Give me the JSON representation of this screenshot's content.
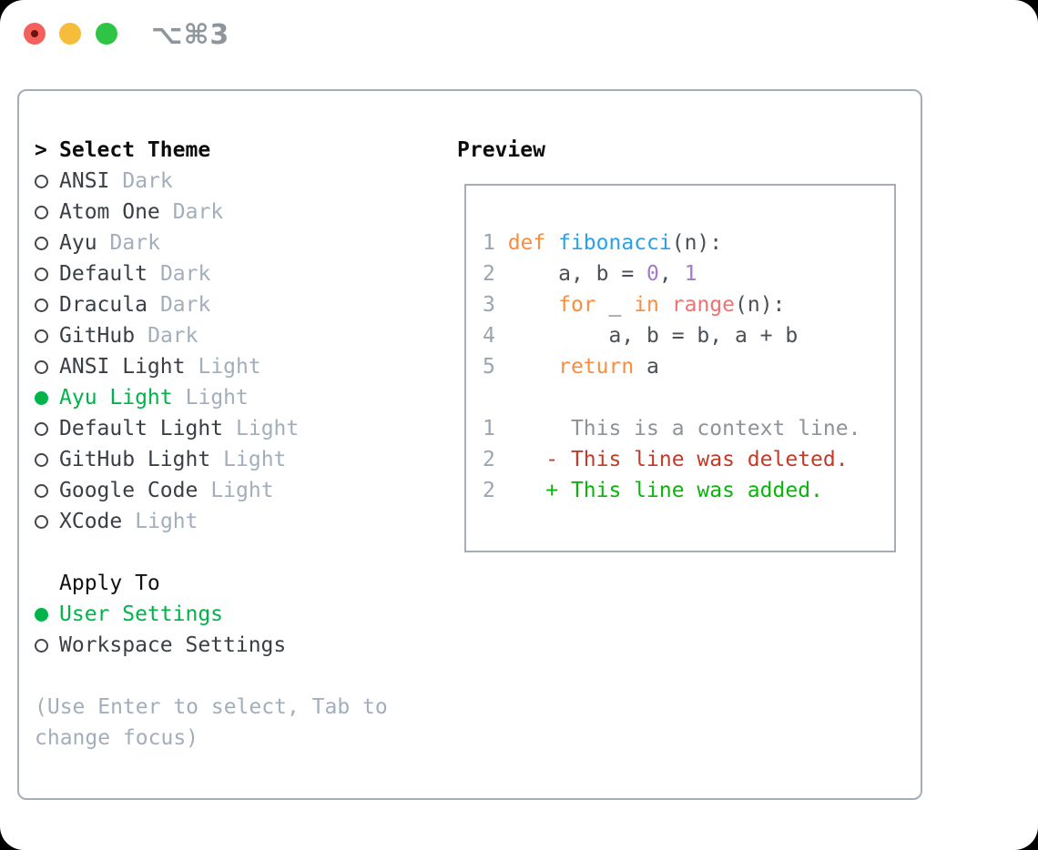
{
  "titlebar": {
    "shortcut_label": "⌥⌘3"
  },
  "theme_selector": {
    "header_prefix": ">",
    "header": "Select Theme",
    "themes": [
      {
        "name": "ANSI",
        "variant": "Dark",
        "selected": false
      },
      {
        "name": "Atom One",
        "variant": "Dark",
        "selected": false
      },
      {
        "name": "Ayu",
        "variant": "Dark",
        "selected": false
      },
      {
        "name": "Default",
        "variant": "Dark",
        "selected": false
      },
      {
        "name": "Dracula",
        "variant": "Dark",
        "selected": false
      },
      {
        "name": "GitHub",
        "variant": "Dark",
        "selected": false
      },
      {
        "name": "ANSI Light",
        "variant": "Light",
        "selected": false
      },
      {
        "name": "Ayu Light",
        "variant": "Light",
        "selected": true
      },
      {
        "name": "Default Light",
        "variant": "Light",
        "selected": false
      },
      {
        "name": "GitHub Light",
        "variant": "Light",
        "selected": false
      },
      {
        "name": "Google Code",
        "variant": "Light",
        "selected": false
      },
      {
        "name": "XCode",
        "variant": "Light",
        "selected": false
      }
    ],
    "apply_to": {
      "header": "Apply To",
      "options": [
        {
          "label": "User Settings",
          "selected": true
        },
        {
          "label": "Workspace Settings",
          "selected": false
        }
      ]
    },
    "hint": "(Use Enter to select, Tab to change focus)"
  },
  "preview": {
    "header": "Preview",
    "code_lines": [
      {
        "num": "1",
        "tokens": [
          [
            "kw",
            "def"
          ],
          [
            "pl",
            " "
          ],
          [
            "fn",
            "fibonacci"
          ],
          [
            "pl",
            "(n):"
          ]
        ]
      },
      {
        "num": "2",
        "tokens": [
          [
            "pl",
            "    a, b = "
          ],
          [
            "lit",
            "0"
          ],
          [
            "pl",
            ", "
          ],
          [
            "lit",
            "1"
          ]
        ]
      },
      {
        "num": "3",
        "tokens": [
          [
            "pl",
            "    "
          ],
          [
            "kw",
            "for"
          ],
          [
            "pl",
            " _ "
          ],
          [
            "kw",
            "in"
          ],
          [
            "pl",
            " "
          ],
          [
            "call",
            "range"
          ],
          [
            "pl",
            "(n):"
          ]
        ]
      },
      {
        "num": "4",
        "tokens": [
          [
            "pl",
            "        a, b = b, a + b"
          ]
        ]
      },
      {
        "num": "5",
        "tokens": [
          [
            "pl",
            "    "
          ],
          [
            "kw",
            "return"
          ],
          [
            "pl",
            " a"
          ]
        ]
      }
    ],
    "diff_lines": [
      {
        "num": "1",
        "marker": "",
        "text": "This is a context line.",
        "type": "context"
      },
      {
        "num": "2",
        "marker": "-",
        "text": "This line was deleted.",
        "type": "deleted"
      },
      {
        "num": "2",
        "marker": "+",
        "text": "This line was added.",
        "type": "added"
      }
    ]
  },
  "colors": {
    "accent-green": "#00b44a",
    "added-green": "#0bb40b",
    "deleted-red": "#c43a28",
    "context-gray": "#8e9299",
    "keyword-orange": "#fa8d3e",
    "function-blue": "#2b9fe8",
    "call-coral": "#f07171",
    "literal-purple": "#a37acc",
    "code-plain": "#4a5056",
    "line-number": "#9aa5b1",
    "muted-gray": "#a3aebb",
    "panel-border": "#a6adb7",
    "traffic-red": "#f4605a",
    "traffic-yellow": "#f5bd39",
    "traffic-green": "#2ec544"
  }
}
